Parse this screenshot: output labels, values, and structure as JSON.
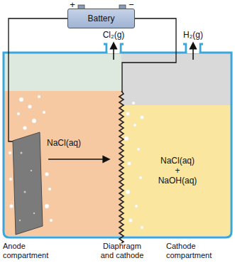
{
  "diagram": {
    "nodes": [
      {
        "text": [
          "Battery"
        ]
      }
    ],
    "labels": [
      "+",
      "−",
      "Cl₂(g)",
      "H₂(g)",
      "NaCl(aq)",
      "NaCl(aq) + NaOH(aq)",
      "Anode compartment",
      "Diaphragm and cathode",
      "Cathode compartment"
    ]
  }
}
